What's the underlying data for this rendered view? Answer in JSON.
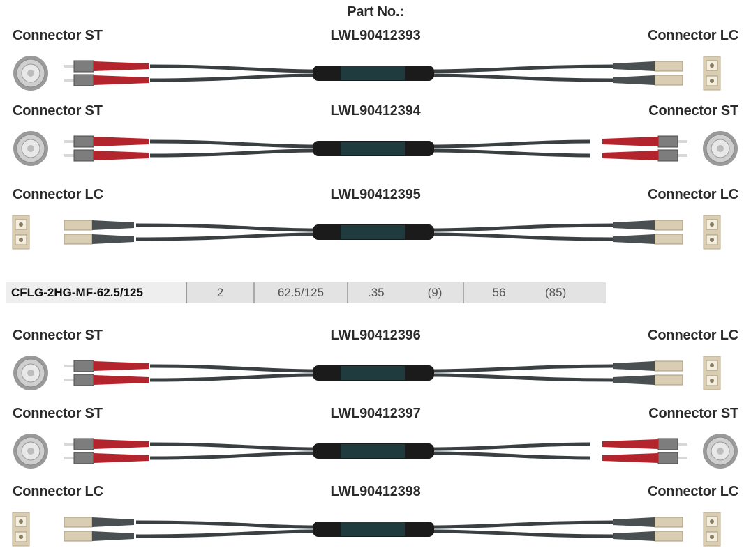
{
  "header": {
    "part_no_label": "Part No.:"
  },
  "cables": [
    {
      "left": "Connector ST",
      "part": "LWL90412393",
      "right": "Connector LC",
      "lt": "ST",
      "rt": "LC"
    },
    {
      "left": "Connector ST",
      "part": "LWL90412394",
      "right": "Connector ST",
      "lt": "ST",
      "rt": "ST"
    },
    {
      "left": "Connector LC",
      "part": "LWL90412395",
      "right": "Connector LC",
      "lt": "LC",
      "rt": "LC"
    },
    {
      "left": "Connector ST",
      "part": "LWL90412396",
      "right": "Connector LC",
      "lt": "ST",
      "rt": "LC"
    },
    {
      "left": "Connector ST",
      "part": "LWL90412397",
      "right": "Connector ST",
      "lt": "ST",
      "rt": "ST"
    },
    {
      "left": "Connector LC",
      "part": "LWL90412398",
      "right": "Connector LC",
      "lt": "LC",
      "rt": "LC"
    }
  ],
  "spec": {
    "name": "CFLG-2HG-MF-62.5/125",
    "fibers": "2",
    "core": "62.5/125",
    "val_a": ".35",
    "val_a_paren": "(9)",
    "val_b": "56",
    "val_b_paren": "(85)"
  },
  "colors": {
    "st_boot": "#b3242c",
    "lc_housing": "#d9cdb3",
    "jacket": "#3a3f42",
    "splice": "#1f3b3d"
  }
}
